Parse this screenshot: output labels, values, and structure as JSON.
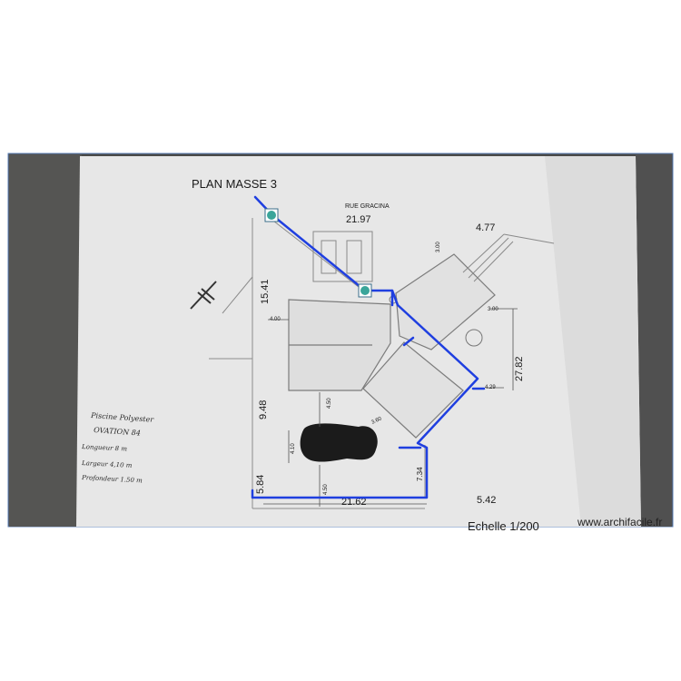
{
  "plan": {
    "title": "PLAN MASSE 3",
    "street_name": "RUE GRACINA",
    "scale_label": "Echelle 1/200",
    "dimensions": {
      "street_frontage": "21.97",
      "top_right": "4.77",
      "left_upper": "15.41",
      "left_middle": "9.48",
      "left_lower": "5.84",
      "bottom": "21.62",
      "bottom_right": "5.42",
      "right_total": "27.82",
      "right_upper": "3.00",
      "right_lower": "4.29",
      "right_bottom": "7.34",
      "building_offset": "4.00",
      "top_small": "3.00",
      "pool_to_bottom": "4.50",
      "pool_to_house": "4.50",
      "pool_width": "4.10",
      "angle_offset": "3.60"
    },
    "notes": [
      "Piscine Polyester",
      "OVATION 84",
      "Longueur 8 m",
      "Largeur 4,10 m",
      "Profondeur 1.50 m"
    ]
  },
  "overlay": {
    "line_color": "#1f3fe0",
    "marker_color": "#3aa59a"
  },
  "watermark": "www.archifacile.fr"
}
